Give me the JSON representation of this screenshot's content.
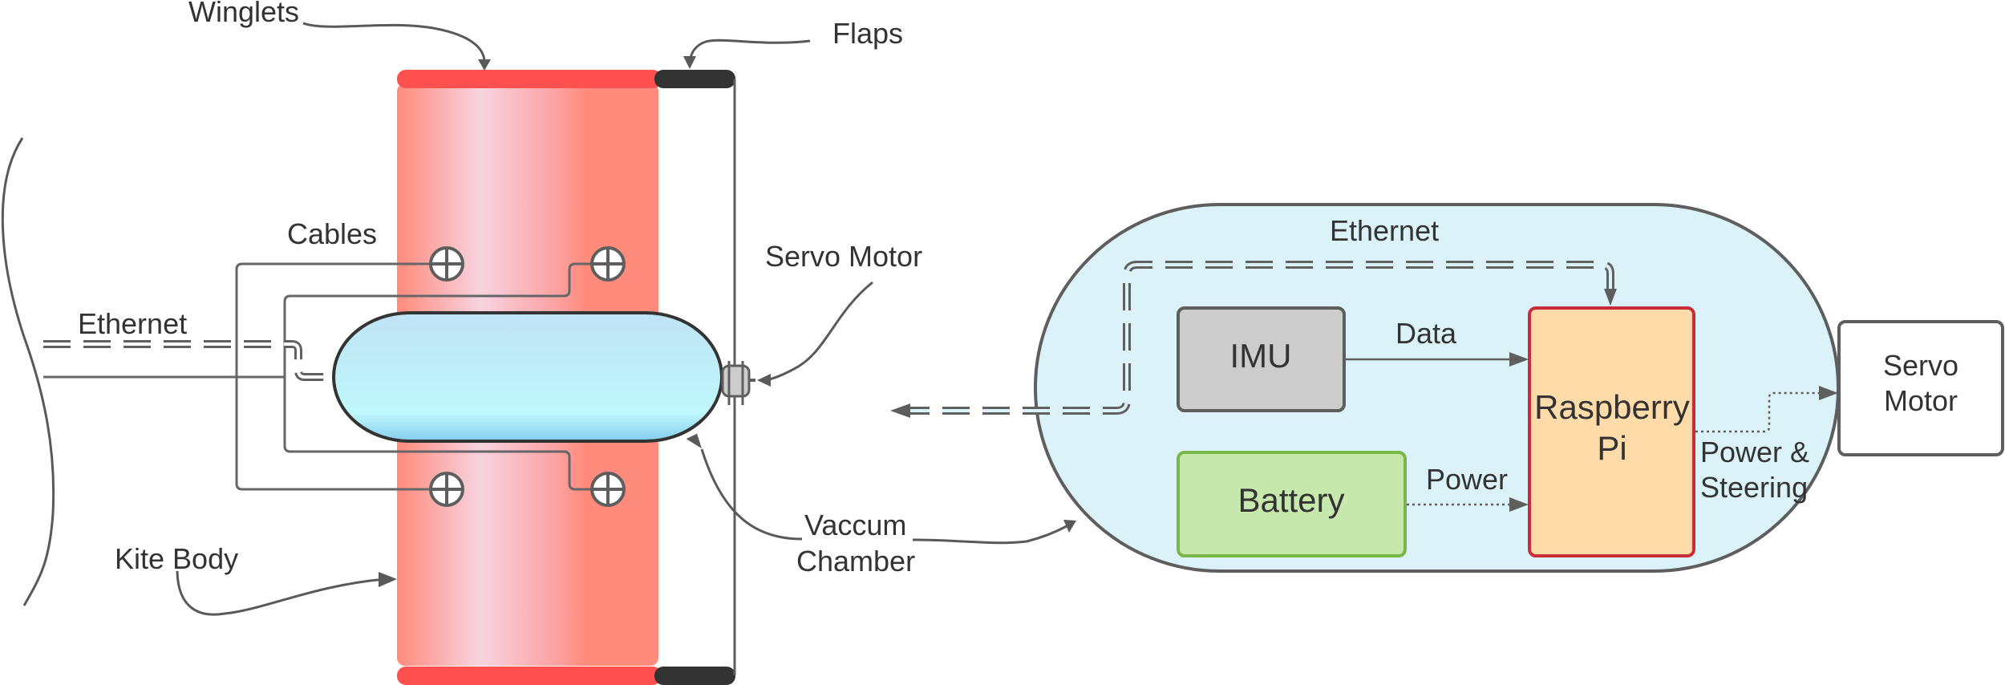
{
  "diagram": {
    "kite_side": {
      "labels": {
        "winglets": "Winglets",
        "flaps": "Flaps",
        "cables": "Cables",
        "ethernet": "Ethernet",
        "servo_motor": "Servo Motor",
        "vaccum_chamber_line1": "Vaccum",
        "vaccum_chamber_line2": "Chamber",
        "kite_body": "Kite Body"
      },
      "colors": {
        "winglet": "#ff5050",
        "flap": "#333333",
        "kite_body_edge": "#ff8b7c",
        "kite_body_mid": "#f7d3e0",
        "chamber_top": "#c0e3f5",
        "chamber_bottom": "#bff8fc",
        "servo_fill": "#cccccc"
      }
    },
    "electronics": {
      "container_color": "#dbf3f8",
      "ethernet_label": "Ethernet",
      "blocks": {
        "imu": {
          "label": "IMU",
          "fill": "#cccccc",
          "stroke": "#5e5e5e"
        },
        "battery": {
          "label": "Battery",
          "fill": "#c7e8ac",
          "stroke": "#7ab648"
        },
        "raspberry_pi": {
          "label_line1": "Raspberry",
          "label_line2": "Pi",
          "fill": "#ffdba9",
          "stroke": "#c92d39"
        },
        "servo_motor": {
          "label_line1": "Servo",
          "label_line2": "Motor",
          "fill": "#ffffff",
          "stroke": "#5e5e5e"
        }
      },
      "connections": {
        "data": "Data",
        "power": "Power",
        "power_steering_line1": "Power &",
        "power_steering_line2": "Steering"
      }
    }
  }
}
